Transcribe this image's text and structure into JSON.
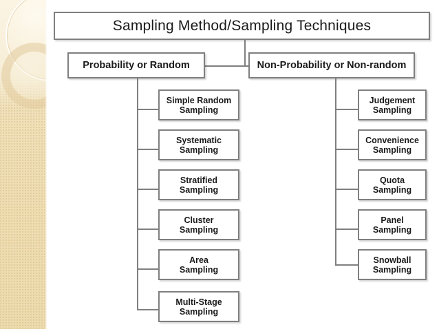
{
  "slide": {
    "background_color": "#ffffff",
    "sidebar": {
      "name": "decorative-theme-sidebar",
      "base_color": "#efe0ba",
      "accent_color": "#e2cb9c",
      "highlight_color": "#fbf4e3",
      "shapes": [
        "large-ring",
        "thick-ring"
      ]
    }
  },
  "diagram": {
    "type": "hierarchy-tree",
    "line_color": "#7f7f7f",
    "box_border_color": "#7f7f7f",
    "box_fill_color": "#ffffff",
    "text_color": "#1a1a1a",
    "title": "Sampling Method/Sampling Techniques",
    "branches": [
      {
        "id": "probability",
        "label": "Probability or Random",
        "children": [
          "Simple Random\nSampling",
          "Systematic\nSampling",
          "Stratified\nSampling",
          "Cluster\nSampling",
          "Area\nSampling",
          "Multi-Stage\nSampling"
        ],
        "children_lines": [
          [
            "Simple Random",
            "Sampling"
          ],
          [
            "Systematic",
            "Sampling"
          ],
          [
            "Stratified",
            "Sampling"
          ],
          [
            "Cluster",
            "Sampling"
          ],
          [
            "Area",
            "Sampling"
          ],
          [
            "Multi-Stage",
            "Sampling"
          ]
        ]
      },
      {
        "id": "non-probability",
        "label": "Non-Probability or Non-random",
        "children": [
          "Judgement\nSampling",
          "Convenience\nSampling",
          "Quota\nSampling",
          "Panel\nSampling",
          "Snowball\nSampling"
        ],
        "children_lines": [
          [
            "Judgement",
            "Sampling"
          ],
          [
            "Convenience",
            "Sampling"
          ],
          [
            "Quota",
            "Sampling"
          ],
          [
            "Panel",
            "Sampling"
          ],
          [
            "Snowball",
            "Sampling"
          ]
        ]
      }
    ]
  }
}
